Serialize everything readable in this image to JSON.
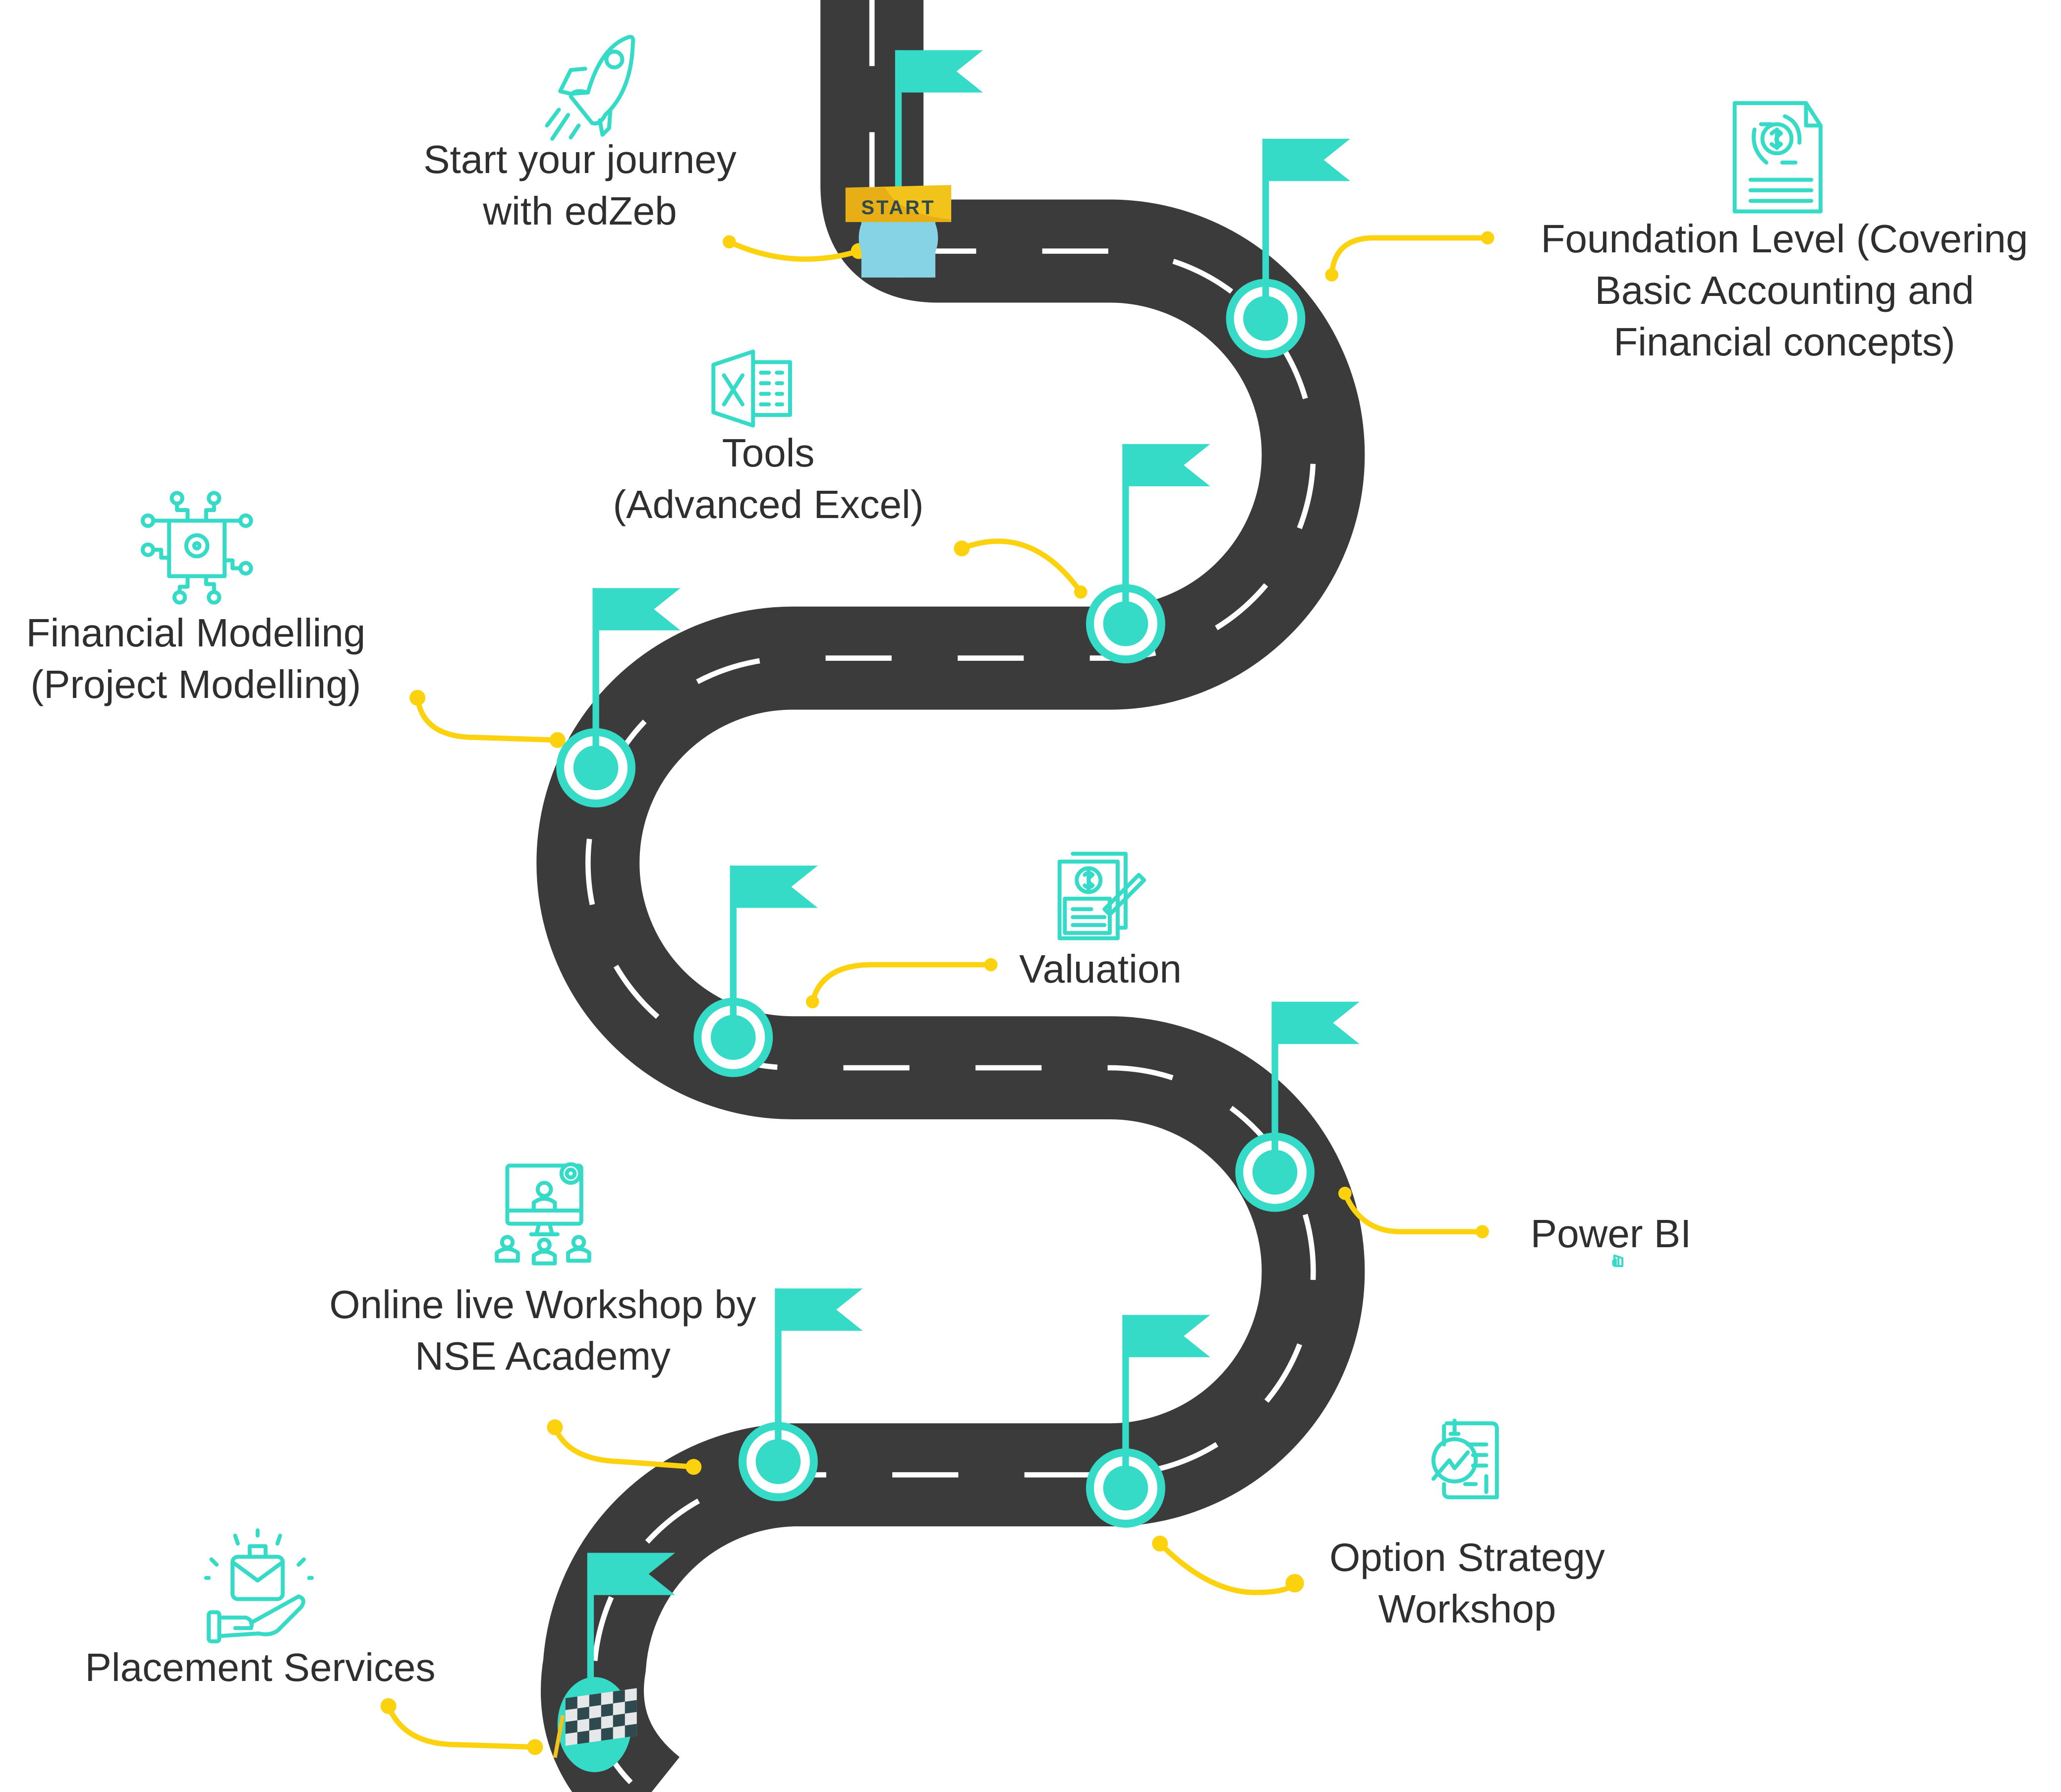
{
  "title": "edZeb learning journey roadmap",
  "colors": {
    "road": "#3b3b3b",
    "lane_marking": "#ffffff",
    "accent": "#35dbc6",
    "connector": "#fcd20f",
    "text": "#2f2f2f",
    "start_banner": "#f2c31a",
    "start_pod": "#86d3e6"
  },
  "start_badge": "START",
  "milestones": [
    {
      "id": "start",
      "icon": "rocket-icon",
      "lines": [
        "Start your journey",
        "with edZeb"
      ]
    },
    {
      "id": "foundation",
      "icon": "finance-document-icon",
      "lines": [
        "Foundation Level (Covering",
        "Basic Accounting and",
        "Financial concepts)"
      ]
    },
    {
      "id": "tools",
      "icon": "excel-icon",
      "lines": [
        "Tools",
        "(Advanced Excel)"
      ]
    },
    {
      "id": "financial-modelling",
      "icon": "circuit-gear-icon",
      "lines": [
        "Financial Modelling",
        "(Project Modelling)"
      ]
    },
    {
      "id": "valuation",
      "icon": "valuation-document-icon",
      "lines": [
        "Valuation"
      ]
    },
    {
      "id": "power-bi",
      "icon": "power-bi-icon",
      "lines": [
        "Power BI"
      ]
    },
    {
      "id": "nse-workshop",
      "icon": "online-workshop-icon",
      "lines": [
        "Online live Workshop by",
        "NSE Academy"
      ]
    },
    {
      "id": "option-strategy",
      "icon": "option-strategy-icon",
      "lines": [
        "Option Strategy",
        "Workshop"
      ]
    },
    {
      "id": "placement",
      "icon": "placement-briefcase-icon",
      "lines": [
        "Placement Services"
      ]
    }
  ]
}
